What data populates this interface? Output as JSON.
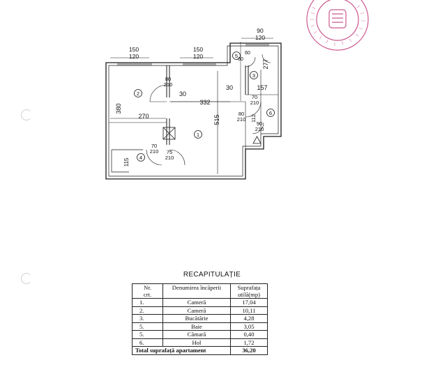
{
  "plan": {
    "dims": {
      "win1_w": "150",
      "win1_h": "120",
      "win2_w": "150",
      "win2_h": "120",
      "win3_w": "90",
      "win3_h": "120",
      "door_a_w": "80",
      "door_a_h": "210",
      "door_b_w": "80",
      "door_b_h": "210",
      "door_c_w": "70",
      "door_c_h": "210",
      "door_d_w": "75",
      "door_d_h": "210",
      "door_e_w": "70",
      "door_e_h": "210",
      "door_f_w": "90",
      "door_f_h": "210",
      "door_g_w": "60",
      "door_g_h": "60",
      "d_30a": "30",
      "d_332": "332",
      "d_30b": "30",
      "d_157": "157",
      "d_380": "380",
      "d_270": "270",
      "d_515": "515",
      "d_277": "277",
      "d_112": "112",
      "d_115": "115"
    },
    "room_markers": [
      "1",
      "2",
      "3",
      "4",
      "5",
      "6"
    ]
  },
  "recap": {
    "title": "RECAPITULAȚIE",
    "headers": {
      "nr": "Nr.",
      "crt": "crt.",
      "name": "Denumirea încăperii",
      "area1": "Suprafața",
      "area2": "utilă(mp)"
    },
    "rows": [
      {
        "nr": "1.",
        "name": "Cameră",
        "area": "17,04"
      },
      {
        "nr": "2.",
        "name": "Cameră",
        "area": "10,11"
      },
      {
        "nr": "3.",
        "name": "Bucătărie",
        "area": "4,28"
      },
      {
        "nr": "5.",
        "name": "Baie",
        "area": "3,05"
      },
      {
        "nr": "5.",
        "name": "Cămară",
        "area": "0,40"
      },
      {
        "nr": "6.",
        "name": "Hol",
        "area": "1,72"
      }
    ],
    "total_label": "Total suprafață apartament",
    "total_value": "36,20"
  },
  "colors": {
    "line": "#1a1a1a",
    "stamp": "#c23a7a",
    "punch_hole": "#cfcfcf"
  }
}
